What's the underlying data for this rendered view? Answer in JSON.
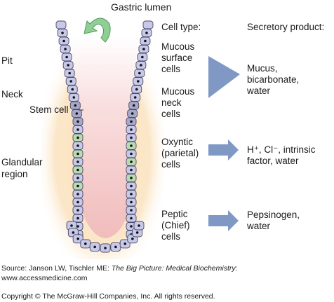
{
  "diagram": {
    "lumen_label": "Gastric lumen",
    "region_labels": {
      "pit": "Pit",
      "neck": "Neck",
      "stem": "Stem cell",
      "glandular_line1": "Glandular",
      "glandular_line2": "region"
    },
    "headers": {
      "cell_type": "Cell type:",
      "secretory_product": "Secretory product:"
    },
    "rows": [
      {
        "cell_lines": [
          "Mucous",
          "surface",
          "cells"
        ]
      },
      {
        "cell_lines": [
          "Mucous",
          "neck",
          "cells"
        ],
        "product_lines": [
          "Mucus,",
          "bicarbonate,",
          "water"
        ]
      },
      {
        "cell_lines": [
          "Oxyntic",
          "(parietal)",
          "cells"
        ],
        "product_lines": [
          "H⁺, Cl⁻, intrinsic",
          "factor, water"
        ]
      },
      {
        "cell_lines": [
          "Peptic",
          "(Chief)",
          "cells"
        ],
        "product_lines": [
          "Pepsinogen,",
          "water"
        ]
      }
    ],
    "colors": {
      "cell_lavender": "#c8c8e8",
      "cell_green": "#b8dcb0",
      "arrow_blue": "#7f99c4",
      "lumen_arrow": "#8fcf95",
      "glow_orange": "#f7d7a6",
      "lumen_pink": "#f3c3c3"
    }
  },
  "source": {
    "prefix": "Source: Janson LW, Tischler ME: ",
    "title": "The Big Picture: Medical Biochemistry",
    "suffix": ":",
    "url": "www.accessmedicine.com",
    "copyright": "Copyright © The McGraw-Hill Companies, Inc. All rights reserved."
  }
}
